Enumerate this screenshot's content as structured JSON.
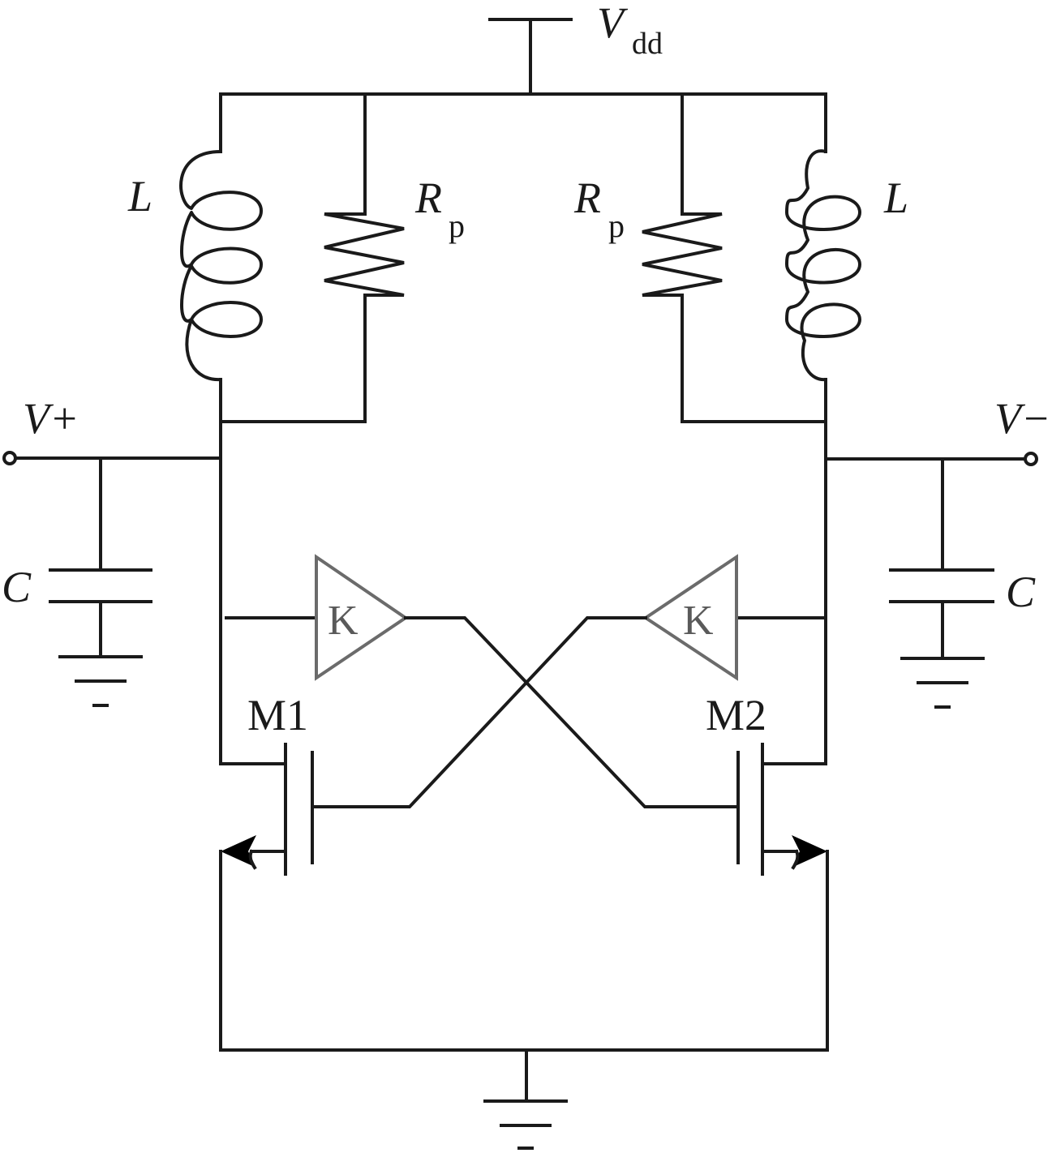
{
  "labels": {
    "supply_v": "V",
    "supply_sub": "dd",
    "inductor_left": "L",
    "inductor_right": "L",
    "resistor_left_main": "R",
    "resistor_left_sub": "p",
    "resistor_right_main": "R",
    "resistor_right_sub": "p",
    "out_pos": "V+",
    "out_neg": "V−",
    "cap_left": "C",
    "cap_right": "C",
    "amp_left": "K",
    "amp_right": "K",
    "transistor_left": "M1",
    "transistor_right": "M2"
  },
  "colors": {
    "wire": "#1a1a1a",
    "amplifier": "#6b6b6b",
    "background": "#ffffff"
  }
}
